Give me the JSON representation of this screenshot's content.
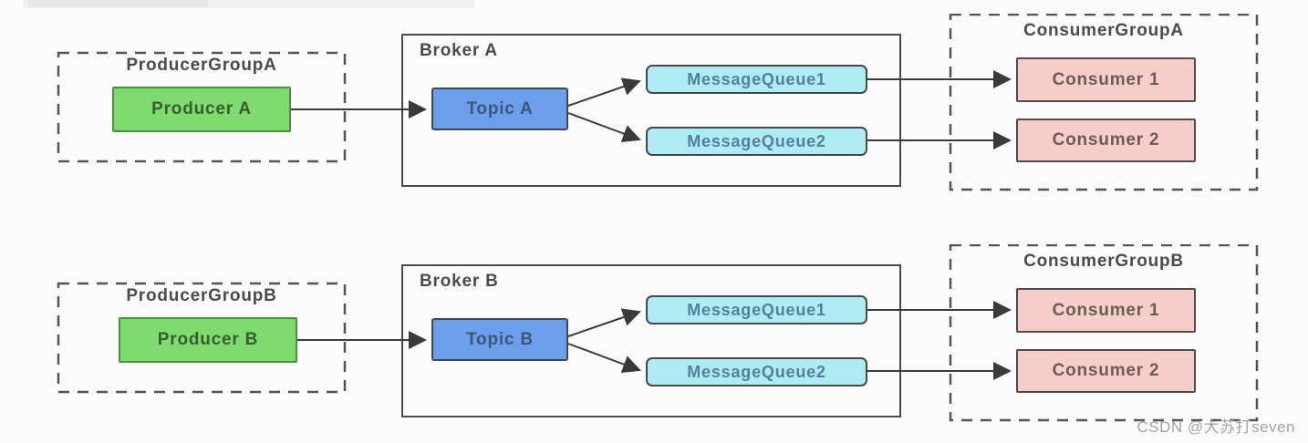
{
  "watermark": "CSDN @大苏打seven",
  "rows": [
    {
      "producer_group": {
        "label": "ProducerGroupA",
        "producer": "Producer A"
      },
      "broker": {
        "label": "Broker A",
        "topic": "Topic A",
        "queues": [
          "MessageQueue1",
          "MessageQueue2"
        ]
      },
      "consumer_group": {
        "label": "ConsumerGroupA",
        "consumers": [
          "Consumer 1",
          "Consumer 2"
        ]
      }
    },
    {
      "producer_group": {
        "label": "ProducerGroupB",
        "producer": "Producer B"
      },
      "broker": {
        "label": "Broker B",
        "topic": "Topic B",
        "queues": [
          "MessageQueue1",
          "MessageQueue2"
        ]
      },
      "consumer_group": {
        "label": "ConsumerGroupB",
        "consumers": [
          "Consumer 1",
          "Consumer 2"
        ]
      }
    }
  ],
  "colors": {
    "page_bg": "#fcfcfc",
    "line": "#3a3a3a",
    "group_border": "#545454",
    "broker_border": "#4a4a4a",
    "label_text": "#4b4b4b",
    "producer_fill": "#7edb6e",
    "producer_border": "#48903c",
    "producer_text": "#3c5c30",
    "topic_fill": "#6d9eeb",
    "topic_border": "#3d4750",
    "topic_text": "#3b5878",
    "queue_fill": "#aeebf2",
    "queue_border": "#474747",
    "queue_text": "#54809c",
    "consumer_fill": "#f5cdc9",
    "consumer_border": "#524b4a",
    "consumer_text": "#6e5a57",
    "watermark_text": "#a3a3a3"
  }
}
